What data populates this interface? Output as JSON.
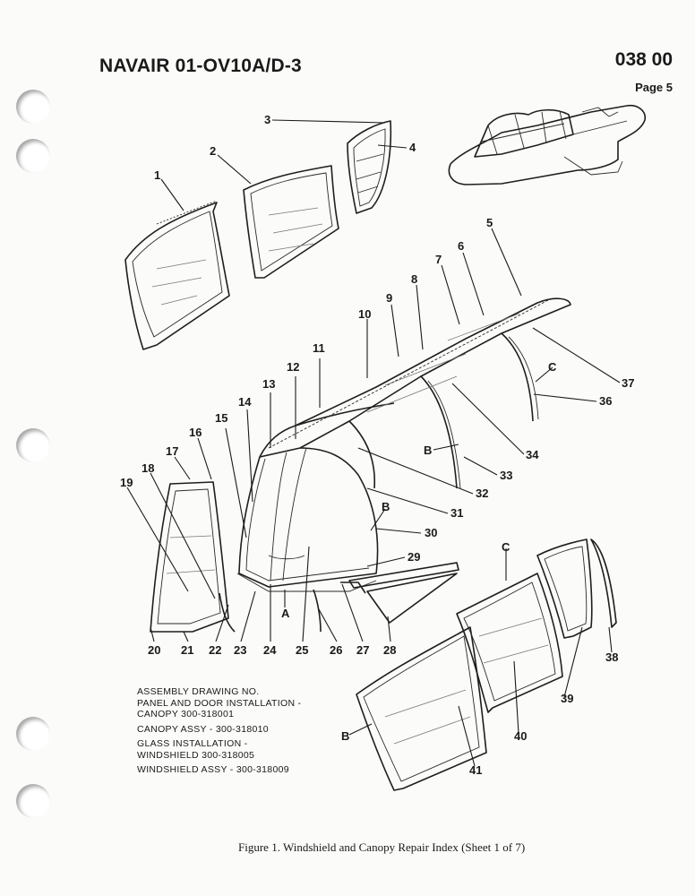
{
  "header": {
    "title": "NAVAIR 01-OV10A/D-3",
    "code": "038 00",
    "page": "Page 5"
  },
  "callouts": [
    "1",
    "2",
    "3",
    "4",
    "5",
    "6",
    "7",
    "8",
    "9",
    "10",
    "11",
    "12",
    "13",
    "14",
    "15",
    "16",
    "17",
    "18",
    "19",
    "20",
    "21",
    "22",
    "23",
    "24",
    "25",
    "26",
    "27",
    "28",
    "29",
    "30",
    "31",
    "32",
    "33",
    "34",
    "36",
    "37",
    "38",
    "39",
    "40",
    "41"
  ],
  "view_letters": [
    "A",
    "B",
    "B",
    "B",
    "C",
    "C"
  ],
  "notes": {
    "line1": "ASSEMBLY DRAWING NO.",
    "line2": "PANEL AND DOOR INSTALLATION -",
    "line3": "CANOPY 300-318001",
    "line4": "CANOPY ASSY - 300-318010",
    "line5": "GLASS INSTALLATION -",
    "line6": "WINDSHIELD 300-318005",
    "line7": "WINDSHIELD ASSY - 300-318009"
  },
  "caption": "Figure 1. Windshield and Canopy Repair Index (Sheet 1 of 7)"
}
